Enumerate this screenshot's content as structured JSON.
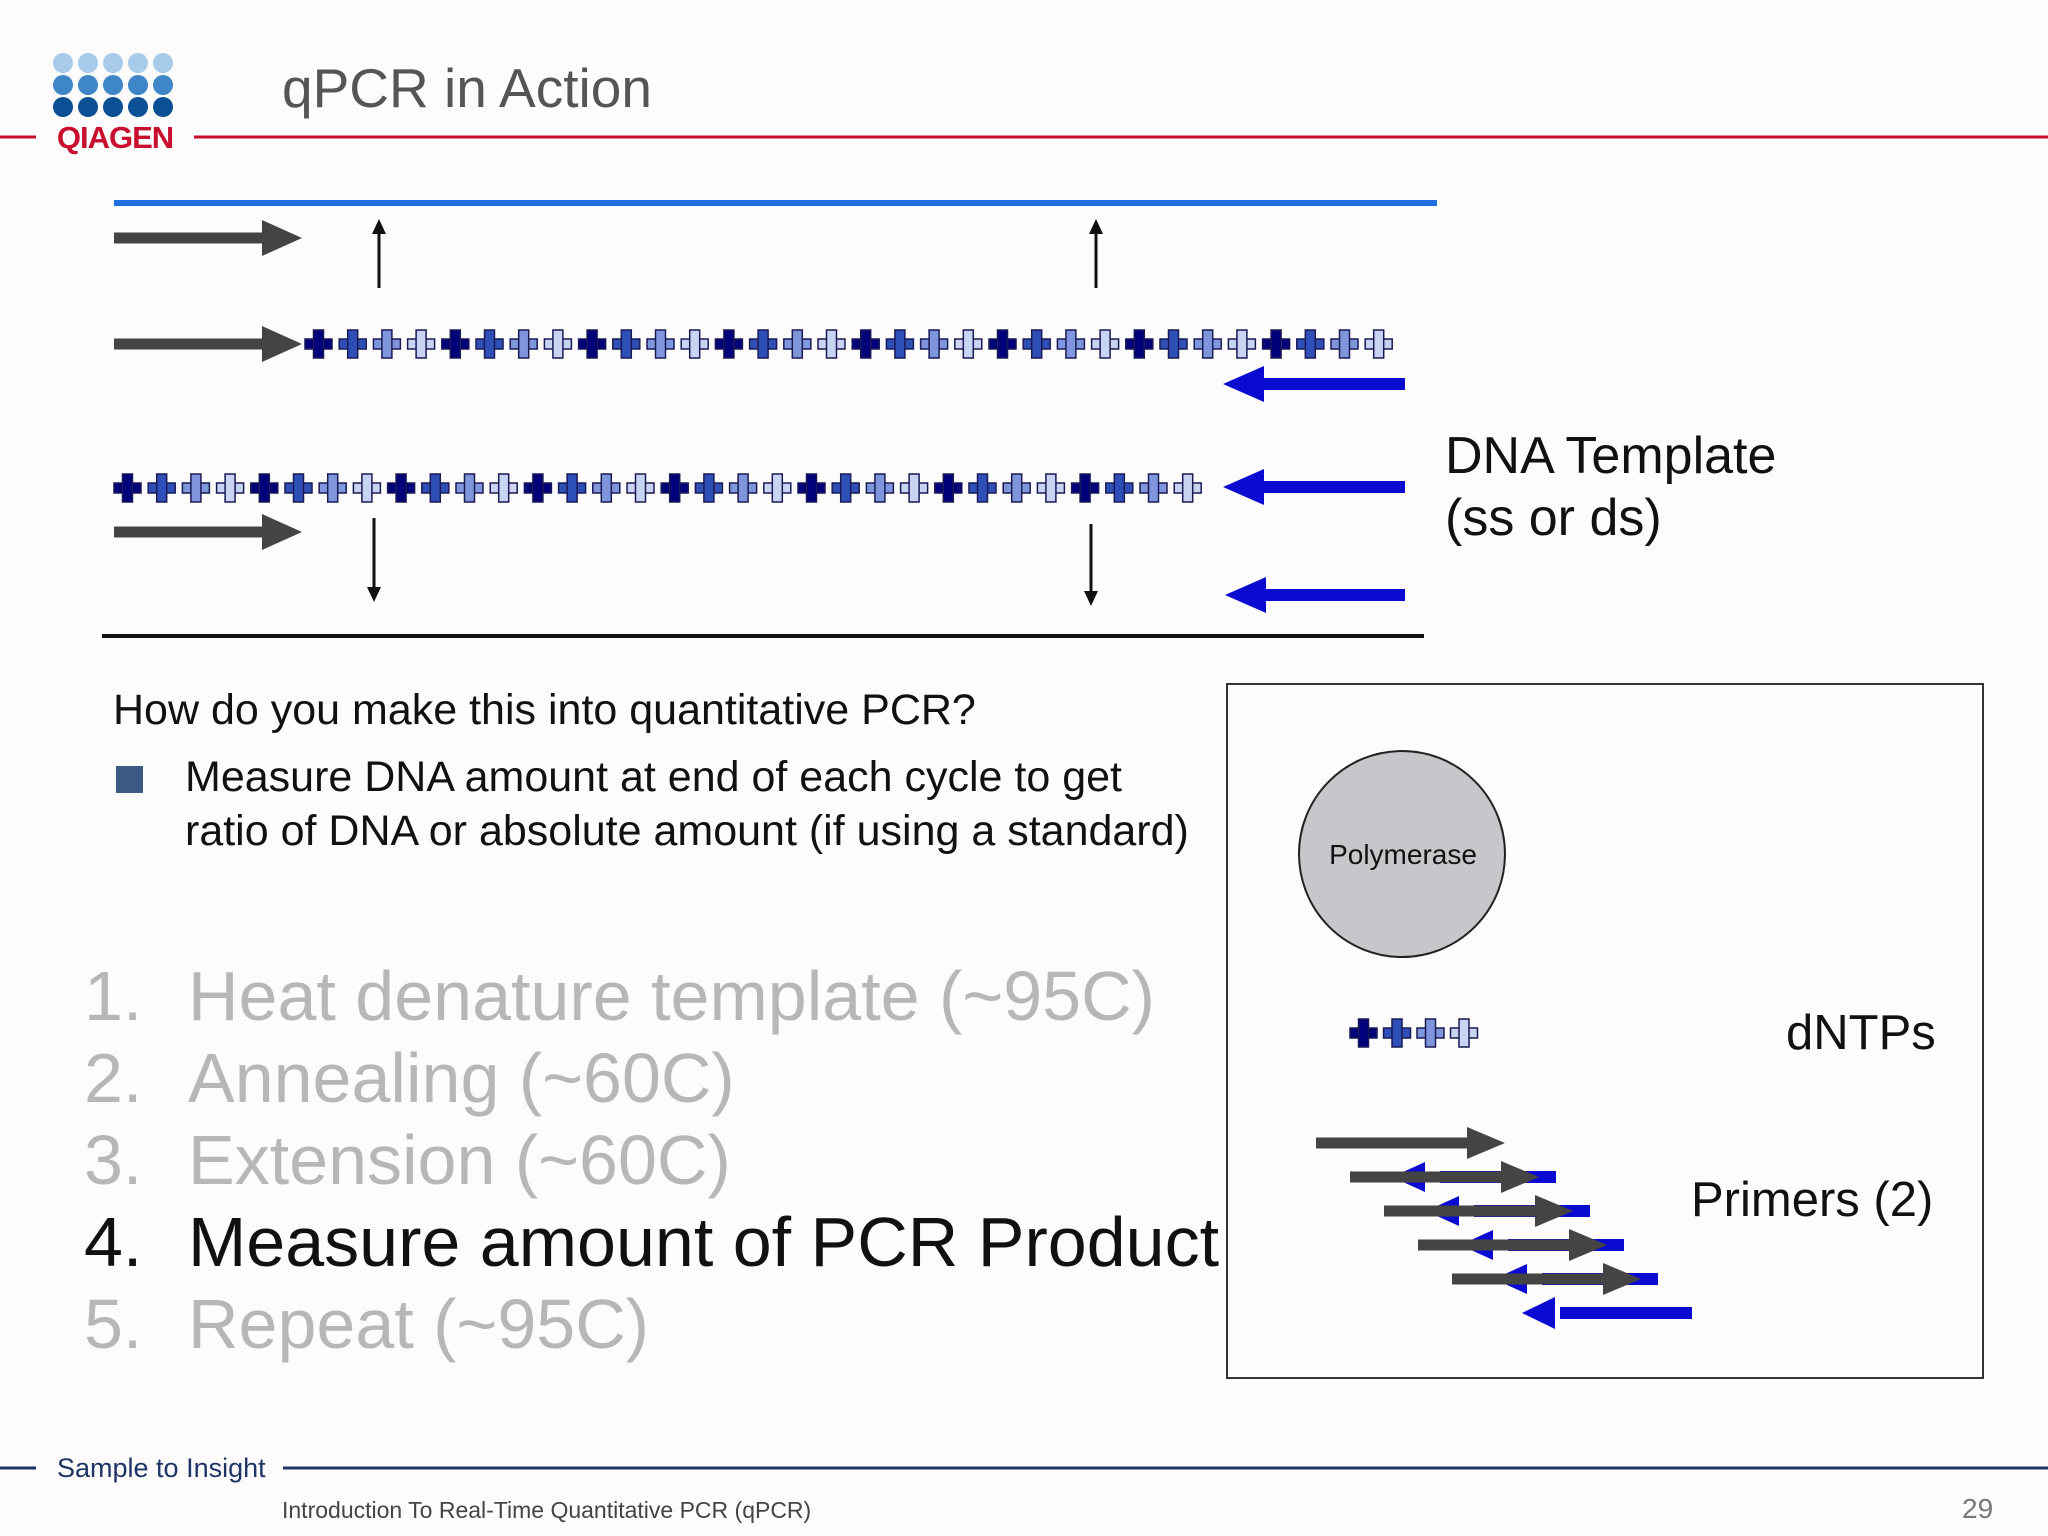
{
  "header": {
    "brand": "QIAGEN",
    "title": "qPCR in Action"
  },
  "diagram": {
    "template_label_line1": "DNA Template",
    "template_label_line2": "(ss or ds)"
  },
  "content": {
    "question": "How do you make this into quantitative PCR?",
    "bullet": "Measure DNA amount at end of each cycle to get ratio of DNA or absolute amount (if using a standard)",
    "steps": [
      {
        "number": "1.",
        "text": "Heat denature template (~95C)",
        "active": false
      },
      {
        "number": "2.",
        "text": "Annealing (~60C)",
        "active": false
      },
      {
        "number": "3.",
        "text": "Extension (~60C)",
        "active": false
      },
      {
        "number": "4.",
        "text": "Measure amount of PCR Product",
        "active": true
      },
      {
        "number": "5.",
        "text": "Repeat (~95C)",
        "active": false
      }
    ]
  },
  "legend": {
    "polymerase": "Polymerase",
    "dntps": "dNTPs",
    "primers": "Primers (2)"
  },
  "footer": {
    "tagline": "Sample to Insight",
    "course": "Introduction To Real-Time Quantitative PCR (qPCR)",
    "page": "29"
  },
  "colors": {
    "accent_red": "#c8102e",
    "footer_navy": "#1f3466",
    "strand_blue": "#1e6fe0",
    "primer_blue": "#0a0ad0",
    "primer_gray": "#444444",
    "dntp_shades": [
      "#00007a",
      "#2f4fb8",
      "#7f96dc",
      "#c9d4f2"
    ],
    "logo_dots": [
      "#a9cbeb",
      "#3e86c8",
      "#0b4f94"
    ]
  }
}
